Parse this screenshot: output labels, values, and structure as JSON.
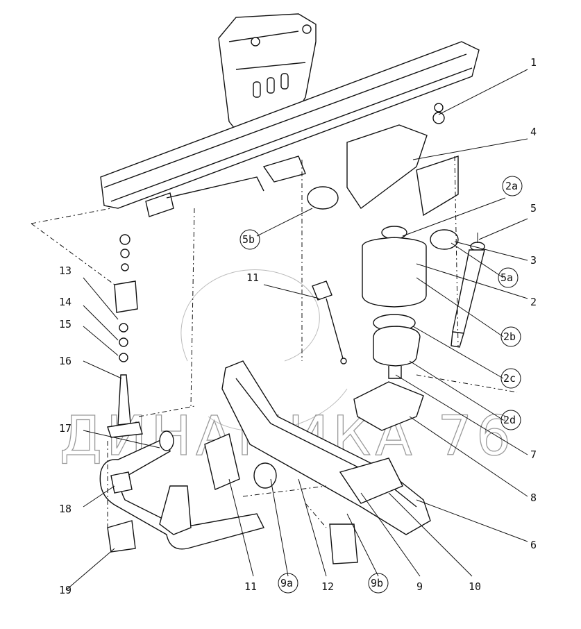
{
  "watermark": "ДИНАМИКА 76",
  "callouts": [
    {
      "id": "c1",
      "text": "1"
    },
    {
      "id": "c4",
      "text": "4"
    },
    {
      "id": "c2a",
      "text": "2a"
    },
    {
      "id": "c5",
      "text": "5"
    },
    {
      "id": "c3",
      "text": "3"
    },
    {
      "id": "c5a",
      "text": "5a"
    },
    {
      "id": "c2",
      "text": "2"
    },
    {
      "id": "c2b",
      "text": "2b"
    },
    {
      "id": "c2c",
      "text": "2c"
    },
    {
      "id": "c2d",
      "text": "2d"
    },
    {
      "id": "c7",
      "text": "7"
    },
    {
      "id": "c8",
      "text": "8"
    },
    {
      "id": "c6",
      "text": "6"
    },
    {
      "id": "c10",
      "text": "10"
    },
    {
      "id": "c9",
      "text": "9"
    },
    {
      "id": "c9b",
      "text": "9b"
    },
    {
      "id": "c12",
      "text": "12"
    },
    {
      "id": "c9a",
      "text": "9a"
    },
    {
      "id": "c11b",
      "text": "11"
    },
    {
      "id": "c11",
      "text": "11"
    },
    {
      "id": "c5b",
      "text": "5b"
    },
    {
      "id": "c13",
      "text": "13"
    },
    {
      "id": "c14",
      "text": "14"
    },
    {
      "id": "c15",
      "text": "15"
    },
    {
      "id": "c16",
      "text": "16"
    },
    {
      "id": "c17",
      "text": "17"
    },
    {
      "id": "c18",
      "text": "18"
    },
    {
      "id": "c19",
      "text": "19"
    }
  ]
}
